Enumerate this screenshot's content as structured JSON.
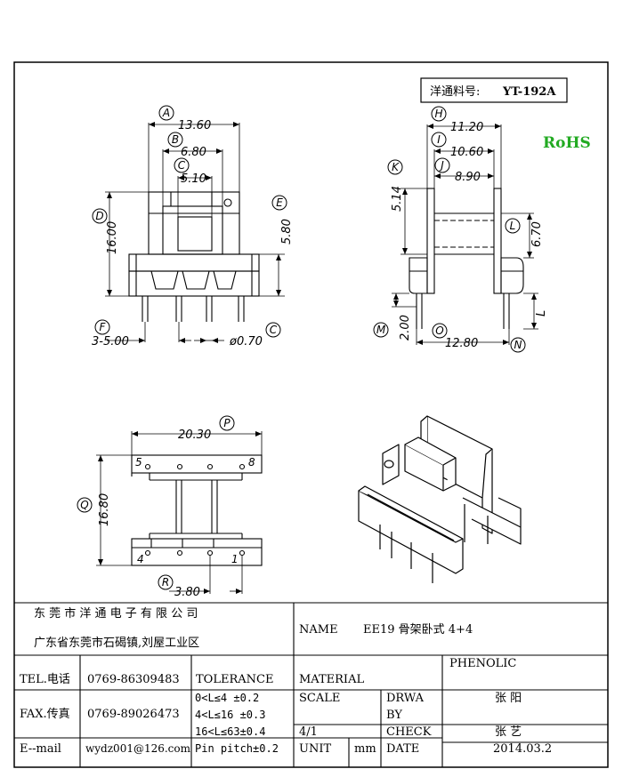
{
  "part_label": "洋通料号:",
  "part_number": "YT-192A",
  "rohs": "RoHS",
  "rohs_color": "#22aa22",
  "dims": {
    "a": "13.60",
    "b": "6.80",
    "c": "5.10",
    "d": "16.00",
    "e": "5.80",
    "f": "3-5.00",
    "g": "ø0.70",
    "h": "11.20",
    "i": "10.60",
    "j": "8.90",
    "k": "5.14",
    "l": "6.70",
    "m": "2.00",
    "o": "12.80",
    "n": "L",
    "p": "20.30",
    "q": "16.80",
    "r": "3.80"
  },
  "letters": [
    "A",
    "B",
    "C",
    "D",
    "E",
    "F",
    "C",
    "H",
    "I",
    "J",
    "K",
    "L",
    "M",
    "O",
    "N",
    "P",
    "Q",
    "R"
  ],
  "pins": {
    "p5": "5",
    "p8": "8",
    "p4": "4",
    "p1": "1"
  },
  "title_block": {
    "company": "东 莞 市 洋 通 电 子 有 限 公 司",
    "address": "广东省东莞市石碣镇,刘屋工业区",
    "name_label": "NAME",
    "name_value": "EE19 骨架卧式 4+4",
    "tel_label": "TEL.电话",
    "tel_value": "0769-86309483",
    "fax_label": "FAX.传真",
    "fax_value": "0769-89026473",
    "email_label": "E--mail",
    "email_value": "wydz001@126.com",
    "tolerance_label": "TOLERANCE",
    "tol1": "0<L≤4  ±0.2",
    "tol2": "4<L≤16 ±0.3",
    "tol3": "16<L≤63±0.4",
    "tol4": "Pin pitch±0.2",
    "material_label": "MATERIAL",
    "material_value": "PHENOLIC",
    "scale_label": "SCALE",
    "scale_value": "4/1",
    "drwa_label": "DRWA",
    "by_label": "BY",
    "drwa_value": "张  阳",
    "check_label": "CHECK",
    "check_value": "张  艺",
    "unit_label": "UNIT",
    "unit_value": "mm",
    "date_label": "DATE",
    "date_value": "2014.03.2"
  }
}
